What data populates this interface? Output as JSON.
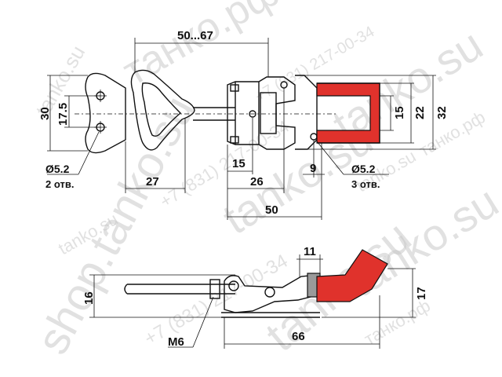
{
  "watermarks": {
    "w1": "tanko.su",
    "w2": "tanko.su",
    "w3": "+7 (831) 217-00-34",
    "w4": "tanko.su",
    "w5": "shop.tanko.su",
    "w6": "+7 (831) 217-00-34",
    "w7": "tanko.su",
    "w8": "tanko.su",
    "w9": "tanko.su",
    "w10": "tanko.su",
    "w11": "танко.рф",
    "w12": "танко.рф",
    "w13": "танко.рф",
    "w14": "+7 (831) 217-00-34"
  },
  "top_view": {
    "d_50_67": "50...67",
    "d_30": "30",
    "d_17_5": "17.5",
    "d_15_right": "15",
    "d_22": "22",
    "d_32": "32",
    "d_15_bottom": "15",
    "d_9": "9",
    "d_27": "27",
    "d_26": "26",
    "d_50": "50",
    "hole_left": "Ø5.2",
    "hole_left_count": "2 отв.",
    "hole_right": "Ø5.2",
    "hole_right_count": "3 отв."
  },
  "side_view": {
    "d_11": "11",
    "d_16": "16",
    "d_17": "17",
    "d_66": "66",
    "thread": "M6"
  },
  "colors": {
    "line": "#111111",
    "pad": "#e0322c",
    "watermark": "#c9c9c9"
  }
}
